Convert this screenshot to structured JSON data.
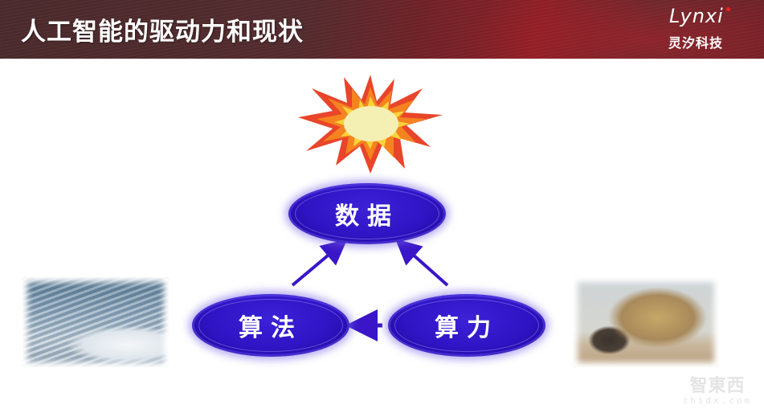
{
  "header": {
    "title": "人工智能的驱动力和现状",
    "logo_en": "Lynxi",
    "logo_cn": "灵汐科技"
  },
  "diagram": {
    "nodes": [
      {
        "id": "data",
        "label": "数据"
      },
      {
        "id": "algorithm",
        "label": "算法"
      },
      {
        "id": "compute",
        "label": "算力"
      }
    ],
    "edges": [
      {
        "from": "algorithm",
        "to": "data"
      },
      {
        "from": "compute",
        "to": "data"
      },
      {
        "from": "compute",
        "to": "algorithm"
      }
    ],
    "icons": {
      "top": "explosion-icon",
      "left": "high-speed-train-image",
      "right": "ox-cart-hay-image"
    },
    "colors": {
      "oval_fill": "#2f14c4",
      "arrow": "#3a16c8",
      "header_bg": "#532b2e"
    }
  },
  "watermark": {
    "cn": "智東西",
    "en": "zhidx.com"
  }
}
